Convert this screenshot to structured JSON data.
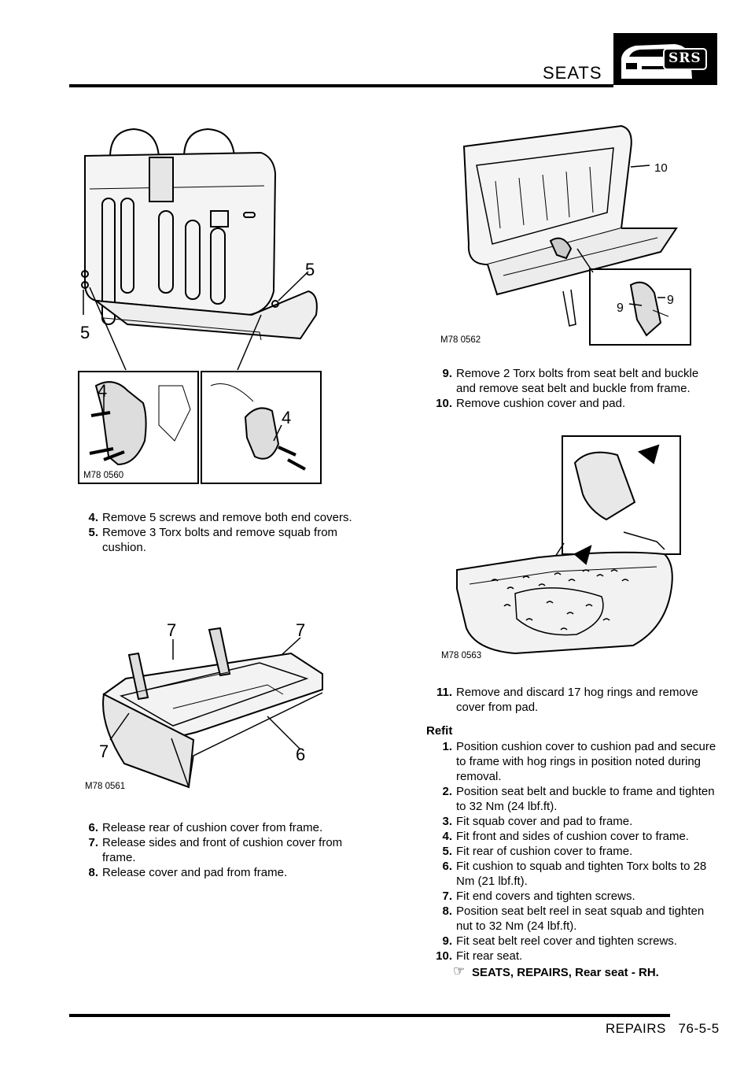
{
  "header": {
    "title": "SEATS",
    "badge": "SRS"
  },
  "footer": {
    "section": "REPAIRS",
    "page": "76-5-5"
  },
  "figures": {
    "m0560": {
      "code": "M78 0560",
      "callouts": [
        "5",
        "5",
        "4",
        "4"
      ]
    },
    "m0561": {
      "code": "M78 0561",
      "callouts": [
        "7",
        "7",
        "7",
        "6"
      ]
    },
    "m0562": {
      "code": "M78 0562",
      "callouts": [
        "10",
        "9",
        "9"
      ]
    },
    "m0563": {
      "code": "M78 0563"
    }
  },
  "steps_left_a": [
    {
      "num": "4.",
      "text": "Remove 5 screws and remove both end covers."
    },
    {
      "num": "5.",
      "text": "Remove 3 Torx bolts and remove squab from cushion."
    }
  ],
  "steps_left_b": [
    {
      "num": "6.",
      "text": "Release rear of cushion cover from frame."
    },
    {
      "num": "7.",
      "text": "Release sides and front of cushion cover from frame."
    },
    {
      "num": "8.",
      "text": "Release cover and pad from frame."
    }
  ],
  "steps_right_a": [
    {
      "num": "9.",
      "text": "Remove 2 Torx bolts from seat belt and buckle and remove seat belt and buckle from frame."
    },
    {
      "num": "10.",
      "text": "Remove cushion cover and pad."
    }
  ],
  "steps_right_b": [
    {
      "num": "11.",
      "text": "Remove and discard 17 hog rings and remove cover from pad."
    }
  ],
  "refit": {
    "heading": "Refit",
    "steps": [
      {
        "num": "1.",
        "text": "Position cushion cover to cushion pad and secure to frame with hog rings in position noted during removal."
      },
      {
        "num": "2.",
        "text": "Position seat belt and buckle to frame and tighten to 32 Nm (24 lbf.ft)."
      },
      {
        "num": "3.",
        "text": "Fit squab cover and pad to frame."
      },
      {
        "num": "4.",
        "text": "Fit front and sides of cushion cover to frame."
      },
      {
        "num": "5.",
        "text": "Fit rear of cushion cover to frame."
      },
      {
        "num": "6.",
        "text": "Fit cushion to squab and tighten Torx bolts to 28 Nm (21 lbf.ft)."
      },
      {
        "num": "7.",
        "text": "Fit end covers and tighten screws."
      },
      {
        "num": "8.",
        "text": "Position seat belt reel in seat squab and tighten nut to 32 Nm (24 lbf.ft)."
      },
      {
        "num": "9.",
        "text": "Fit seat belt reel cover and tighten screws."
      },
      {
        "num": "10.",
        "text": "Fit rear seat."
      }
    ],
    "reference": {
      "icon": "pointing-hand-icon",
      "text": "SEATS, REPAIRS, Rear seat - RH."
    }
  }
}
